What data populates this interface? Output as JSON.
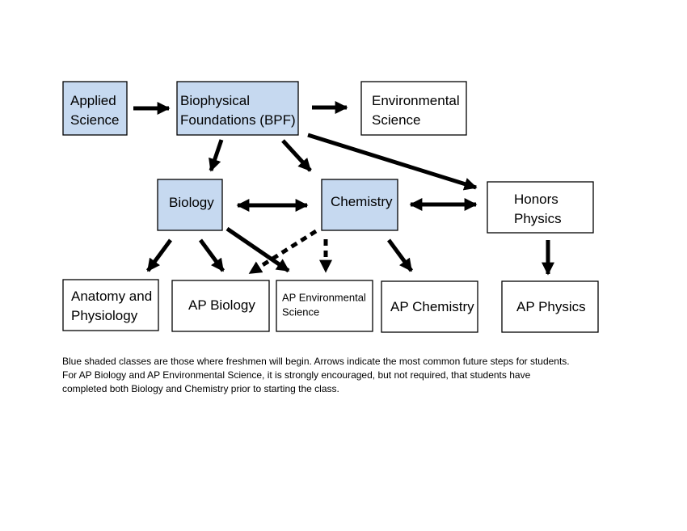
{
  "colors": {
    "freshman_fill": "#c6d9f0",
    "default_fill": "#ffffff",
    "stroke": "#000000"
  },
  "nodes": {
    "applied_science": [
      "Applied",
      "Science"
    ],
    "bpf": [
      "Biophysical",
      "Foundations (BPF)"
    ],
    "environmental_science": [
      "Environmental",
      "Science"
    ],
    "biology": [
      "Biology"
    ],
    "chemistry": [
      "Chemistry"
    ],
    "honors_physics": [
      "Honors",
      "Physics"
    ],
    "anatomy_physiology": [
      "Anatomy and",
      "Physiology"
    ],
    "ap_biology": [
      "AP Biology"
    ],
    "ap_environmental_science": [
      "AP Environmental",
      "Science"
    ],
    "ap_chemistry": [
      "AP Chemistry"
    ],
    "ap_physics": [
      "AP Physics"
    ]
  },
  "freshman_nodes": [
    "applied_science",
    "bpf",
    "biology",
    "chemistry"
  ],
  "edges": [
    {
      "from": "applied_science",
      "to": "bpf",
      "style": "solid",
      "direction": "forward"
    },
    {
      "from": "bpf",
      "to": "environmental_science",
      "style": "solid",
      "direction": "forward"
    },
    {
      "from": "bpf",
      "to": "biology",
      "style": "solid",
      "direction": "forward"
    },
    {
      "from": "bpf",
      "to": "chemistry",
      "style": "solid",
      "direction": "forward"
    },
    {
      "from": "bpf",
      "to": "honors_physics",
      "style": "solid",
      "direction": "forward"
    },
    {
      "from": "biology",
      "to": "chemistry",
      "style": "solid",
      "direction": "both"
    },
    {
      "from": "chemistry",
      "to": "honors_physics",
      "style": "solid",
      "direction": "both"
    },
    {
      "from": "biology",
      "to": "anatomy_physiology",
      "style": "solid",
      "direction": "forward"
    },
    {
      "from": "biology",
      "to": "ap_biology",
      "style": "solid",
      "direction": "forward"
    },
    {
      "from": "biology",
      "to": "ap_environmental_science",
      "style": "solid",
      "direction": "forward"
    },
    {
      "from": "chemistry",
      "to": "ap_biology",
      "style": "dashed",
      "direction": "forward"
    },
    {
      "from": "chemistry",
      "to": "ap_environmental_science",
      "style": "dashed",
      "direction": "forward"
    },
    {
      "from": "chemistry",
      "to": "ap_chemistry",
      "style": "solid",
      "direction": "forward"
    },
    {
      "from": "honors_physics",
      "to": "ap_physics",
      "style": "solid",
      "direction": "forward"
    }
  ],
  "caption": [
    "Blue shaded classes are those where freshmen will begin. Arrows indicate the most common future steps for students.",
    "For AP Biology and AP Environmental Science, it is strongly encouraged, but not required, that students have",
    "completed both Biology and Chemistry prior to starting the class."
  ]
}
